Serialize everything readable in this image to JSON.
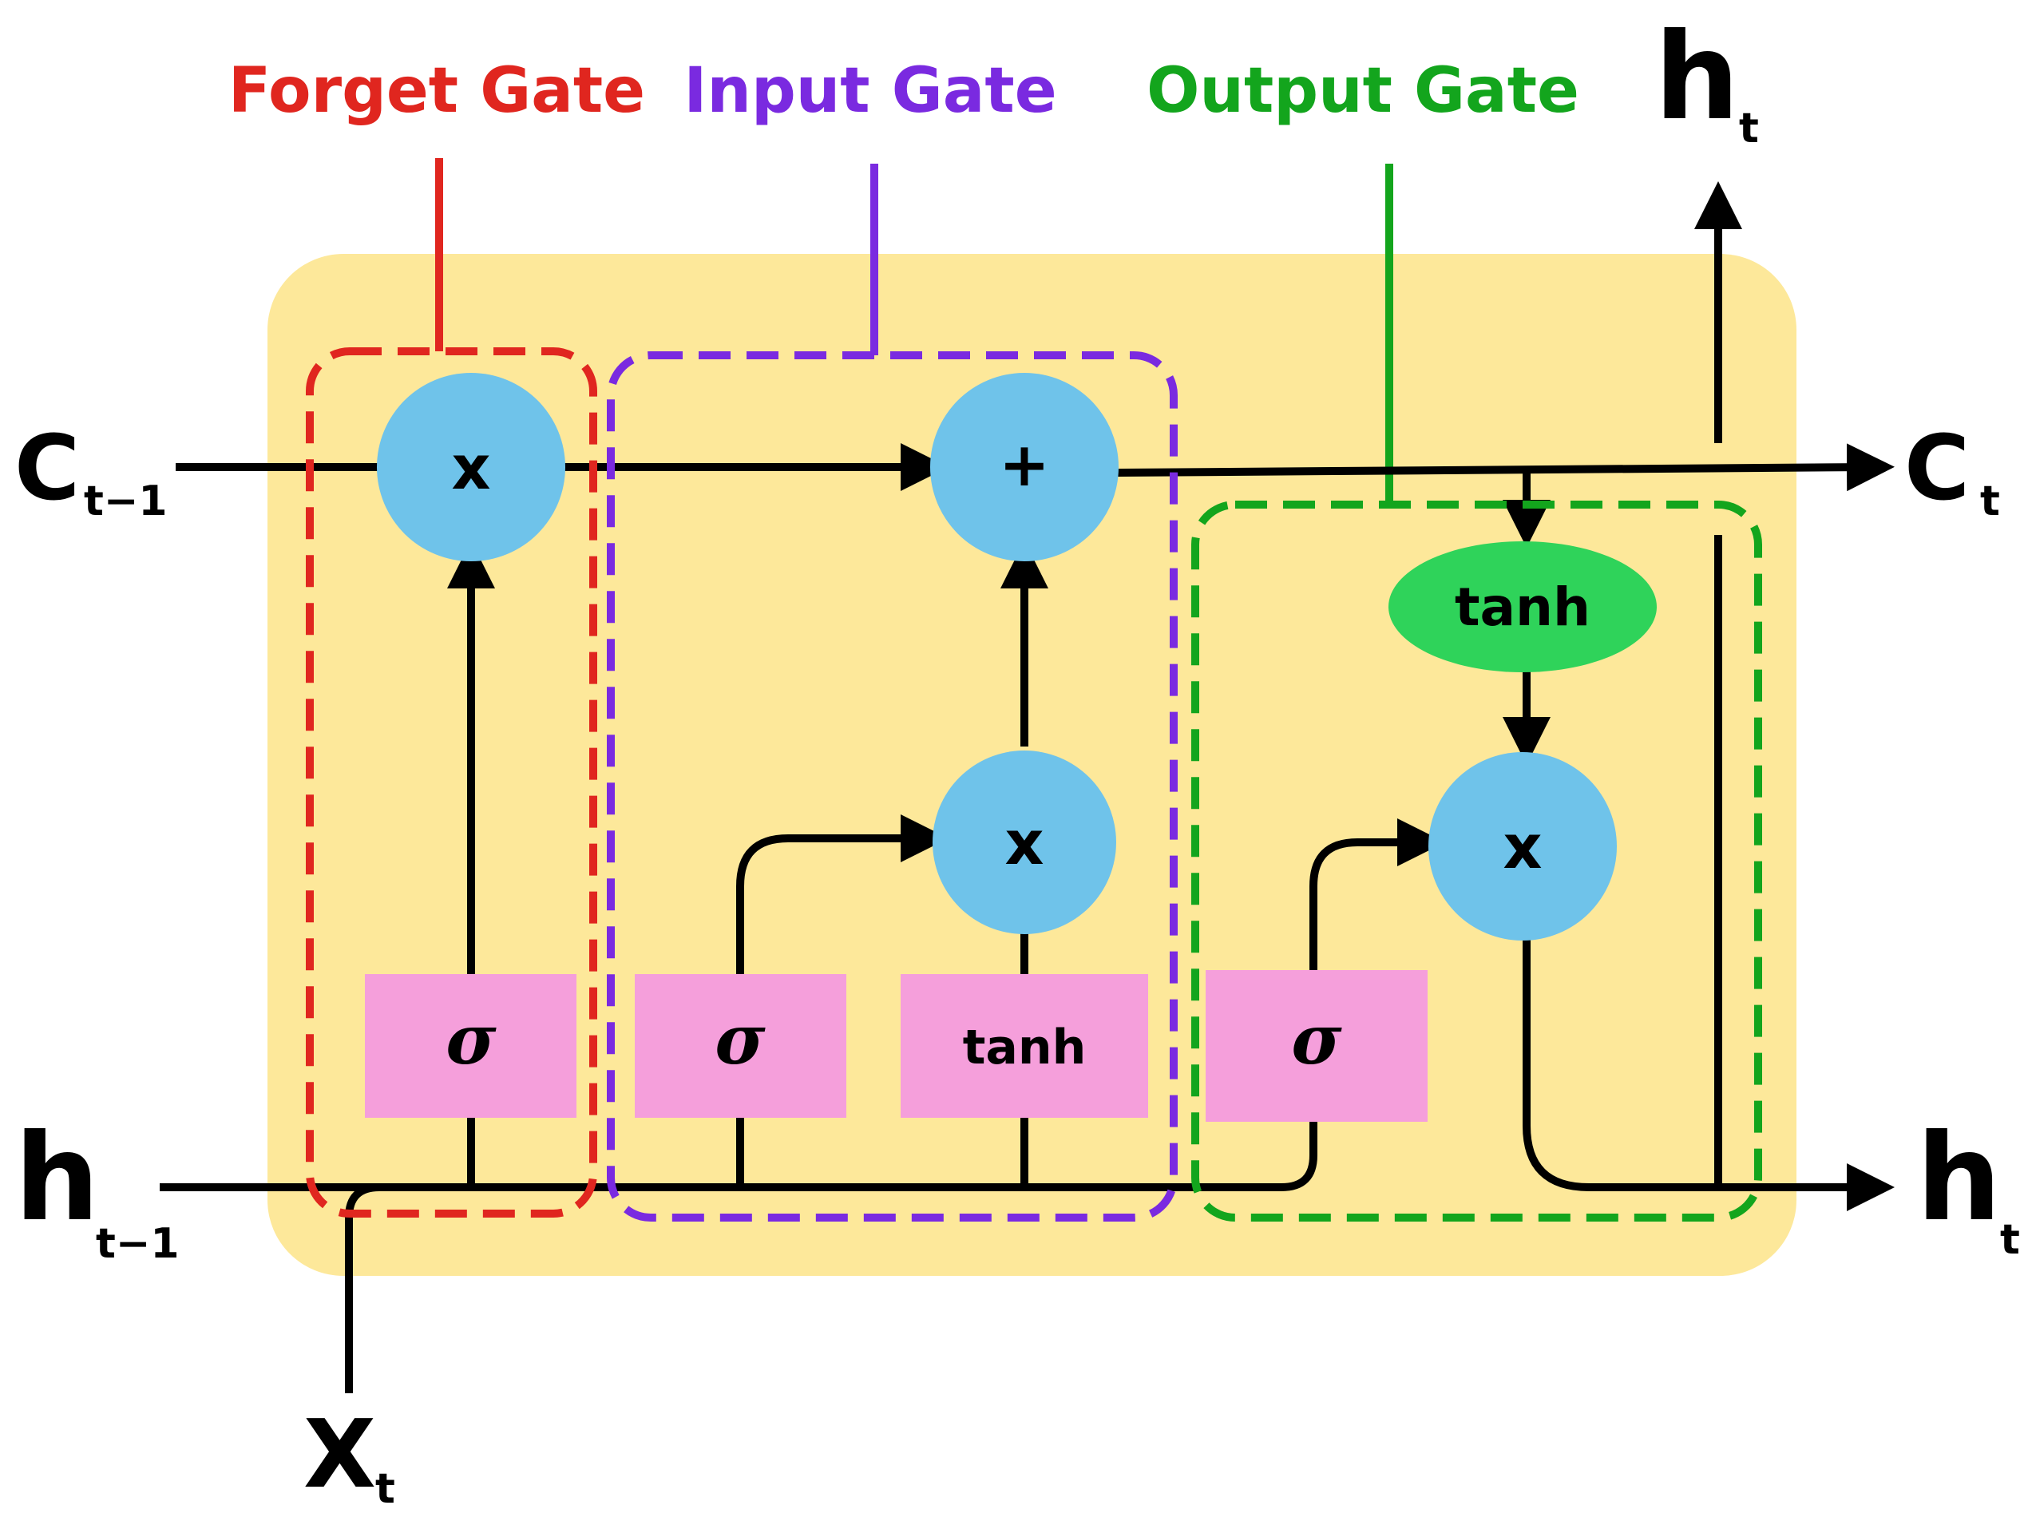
{
  "colors": {
    "cell_background": "#fde89a",
    "node_fill": "#6fc3ea",
    "layer_fill": "#f59fdb",
    "tanh_node_fill": "#2fd35a",
    "forget": "#e0261f",
    "input": "#7a2ae0",
    "output": "#13a51d",
    "line": "#000000"
  },
  "gates": {
    "forget": {
      "label": "Forget Gate"
    },
    "input": {
      "label": "Input Gate"
    },
    "output": {
      "label": "Output Gate"
    }
  },
  "io": {
    "c_prev": {
      "main": "C",
      "sub": "t−1"
    },
    "h_prev": {
      "main": "h",
      "sub": "t−1"
    },
    "x_t": {
      "main": "X",
      "sub": "t"
    },
    "c_t": {
      "main": "C",
      "sub": "t"
    },
    "h_t_out": {
      "main": "h",
      "sub": "t"
    },
    "h_t_top": {
      "main": "h",
      "sub": "t"
    }
  },
  "nodes": {
    "forget_multiply": "x",
    "cell_add": "+",
    "input_multiply": "x",
    "output_multiply": "x",
    "output_tanh": "tanh"
  },
  "layers": {
    "forget_sigma": "σ",
    "input_sigma": "σ",
    "input_tanh": "tanh",
    "output_sigma": "σ"
  }
}
